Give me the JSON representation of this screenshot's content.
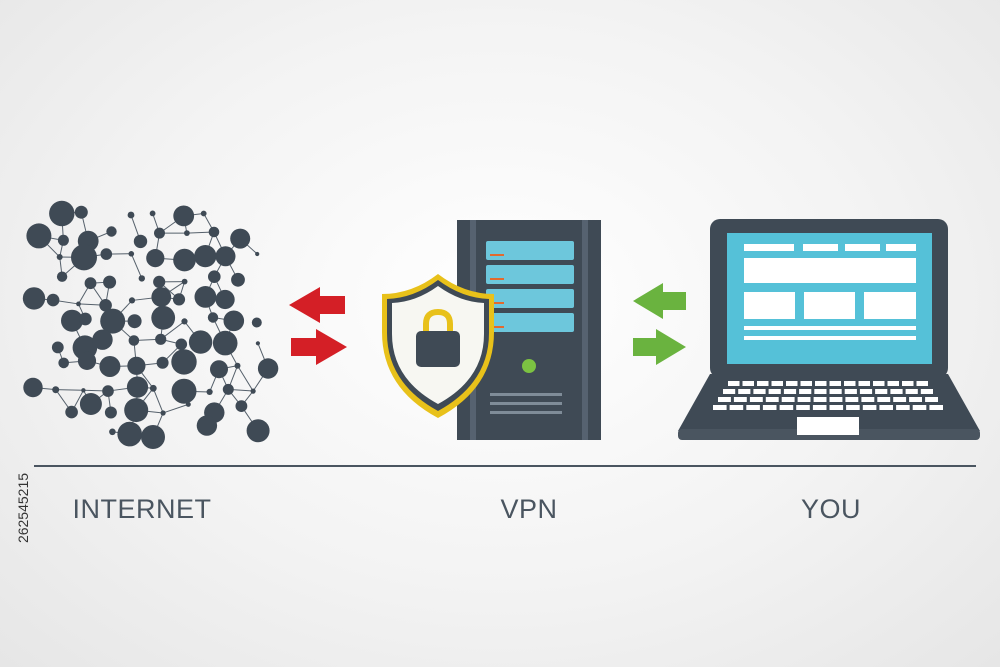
{
  "labels": {
    "internet": "INTERNET",
    "vpn": "VPN",
    "you": "YOU"
  },
  "stock_id": "262545215",
  "colors": {
    "node": "#3f4a55",
    "edge": "#55606b",
    "server_body": "#3f4a55",
    "server_slot": "#6dc7dc",
    "accent_orange": "#e36a2e",
    "led_green": "#7cc242",
    "shield_gold": "#e8c11a",
    "shield_white": "#f7f7f2",
    "arrow_red": "#d41f26",
    "arrow_green": "#6ab33f",
    "screen_blue": "#55c1d8",
    "laptop_body": "#3f4a55",
    "baseline": "#4a5560"
  },
  "icons": [
    "network-mesh-icon",
    "server-icon",
    "shield-lock-icon",
    "laptop-icon",
    "arrow-left-icon",
    "arrow-right-icon"
  ]
}
